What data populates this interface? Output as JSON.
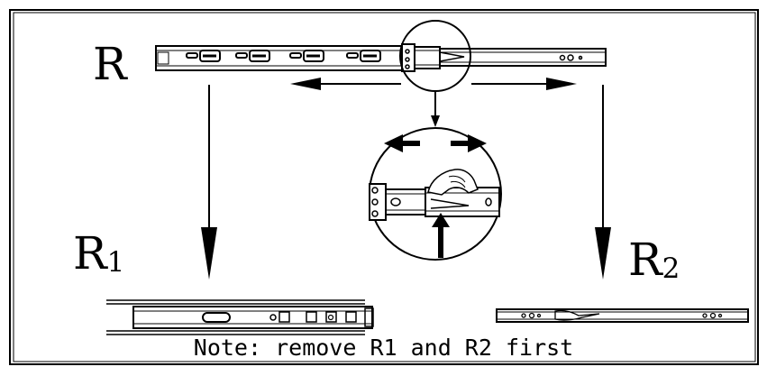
{
  "labels": {
    "rail_main": "R",
    "rail_inner": {
      "letter": "R",
      "index": "1"
    },
    "rail_outer": {
      "letter": "R",
      "index": "2"
    }
  },
  "note": "Note: remove R1 and R2 first",
  "colors": {
    "line": "#000000",
    "background": "#ffffff"
  }
}
